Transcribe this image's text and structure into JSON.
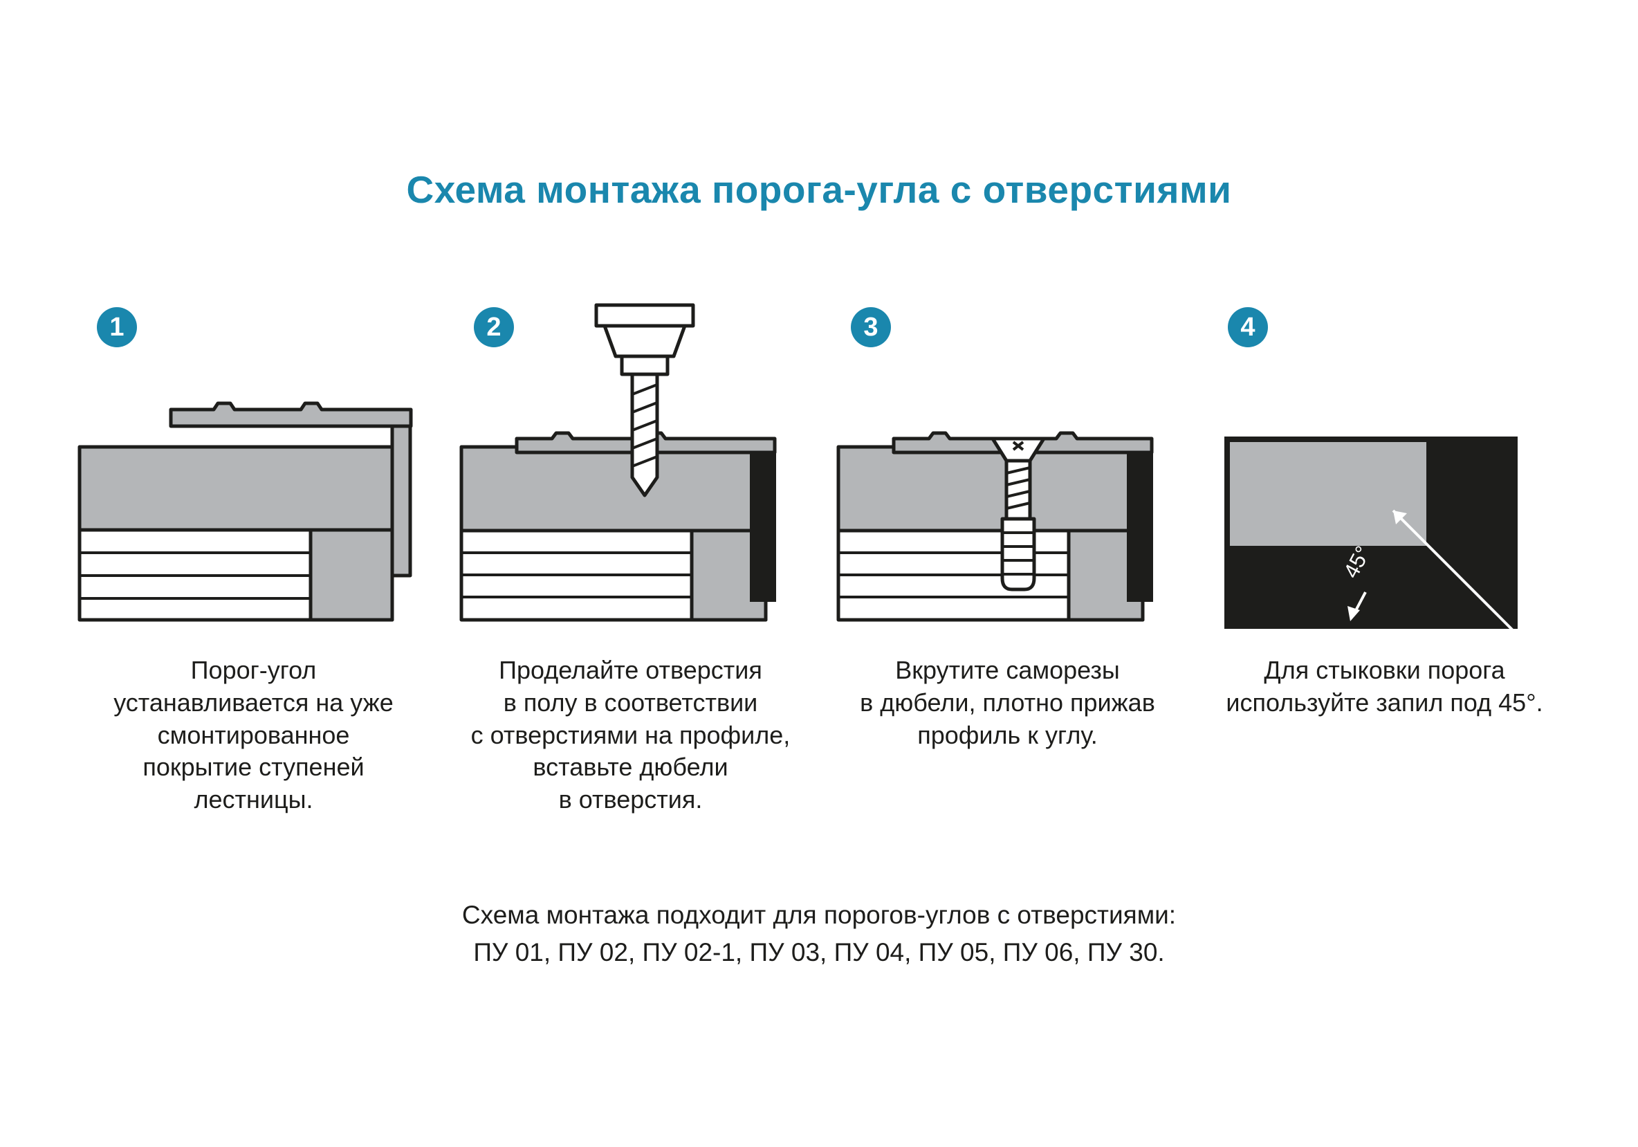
{
  "title": "Схема монтажа порога-угла с отверстиями",
  "colors": {
    "accent": "#1a87ad",
    "dark": "#1d1d1b",
    "gray": "#b4b6b8",
    "background": "#ffffff"
  },
  "steps": [
    {
      "number": "1",
      "caption": "Порог-угол\nустанавливается на уже\nсмонтированное\nпокрытие ступеней\nлестницы."
    },
    {
      "number": "2",
      "caption": "Проделайте отверстия\nв полу в соответствии\nс отверстиями на профиле,\nвставьте дюбели\nв отверстия."
    },
    {
      "number": "3",
      "caption": "Вкрутите саморезы\nв дюбели, плотно прижав\nпрофиль к углу."
    },
    {
      "number": "4",
      "caption": "Для стыковки порога\nиспользуйте запил под 45°."
    }
  ],
  "angle_label": "45°",
  "footer": {
    "line1": "Схема монтажа подходит для порогов-углов с отверстиями:",
    "line2": "ПУ 01, ПУ 02, ПУ 02-1, ПУ 03, ПУ 04, ПУ 05, ПУ 06, ПУ 30."
  }
}
